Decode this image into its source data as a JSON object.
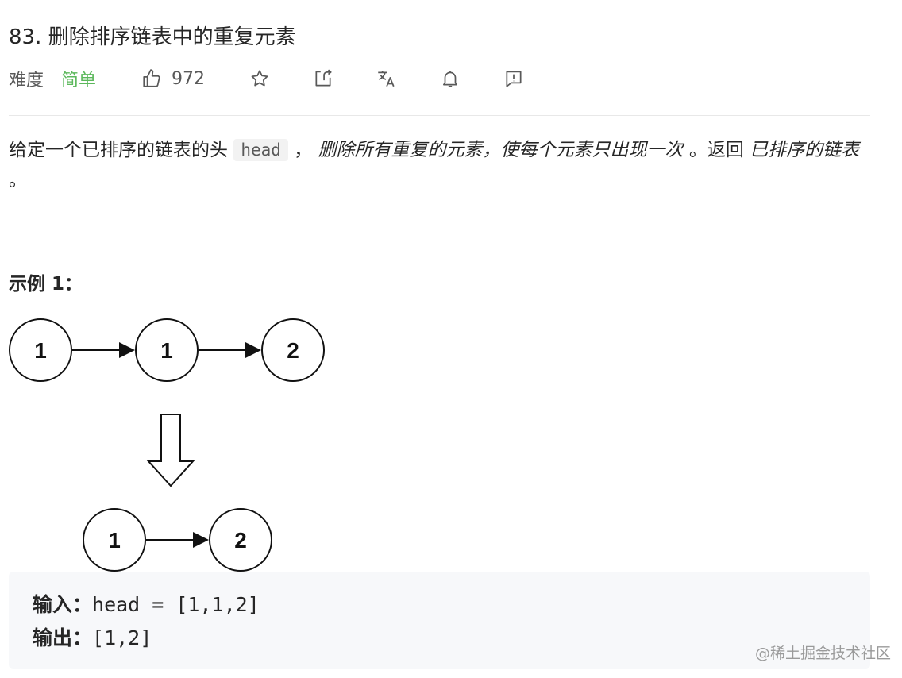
{
  "problem": {
    "title": "83. 删除排序链表中的重复元素",
    "difficulty_label": "难度",
    "difficulty_value": "简单",
    "like_count": "972"
  },
  "description": {
    "part1": "给定一个已排序的链表的头 ",
    "code": "head",
    "part2": " ， ",
    "emphasis1": "删除所有重复的元素，使每个元素只出现一次",
    "part3": " 。返回 ",
    "emphasis2": "已排序的链表",
    "part4": " 。"
  },
  "example": {
    "title": "示例 1：",
    "input_list": [
      "1",
      "1",
      "2"
    ],
    "output_list": [
      "1",
      "2"
    ],
    "input_label": "输入：",
    "input_value": "head = [1,1,2]",
    "output_label": "输出：",
    "output_value": "[1,2]"
  },
  "icons": [
    "thumbs-up-icon",
    "star-icon",
    "share-icon",
    "translate-icon",
    "bell-icon",
    "feedback-icon"
  ],
  "colors": {
    "easy": "#5cb85c",
    "text": "#262626",
    "muted": "#595959"
  },
  "watermark": "@稀土掘金技术社区"
}
